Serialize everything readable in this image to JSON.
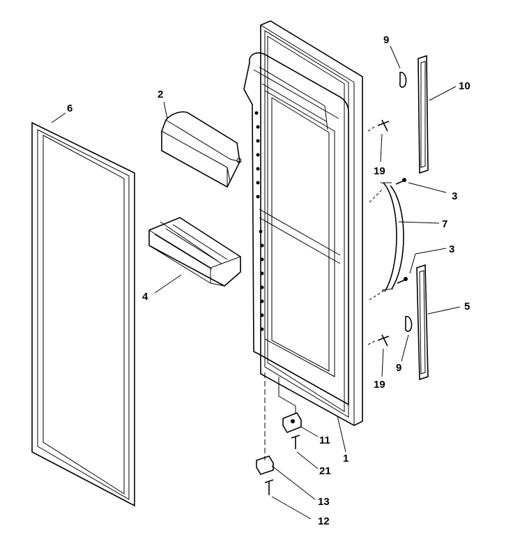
{
  "callouts": {
    "c1": "1",
    "c2": "2",
    "c3a": "3",
    "c3b": "3",
    "c4": "4",
    "c5": "5",
    "c6": "6",
    "c7": "7",
    "c9a": "9",
    "c9b": "9",
    "c10": "10",
    "c11": "11",
    "c12": "12",
    "c13": "13",
    "c19a": "19",
    "c19b": "19",
    "c21": "21"
  }
}
